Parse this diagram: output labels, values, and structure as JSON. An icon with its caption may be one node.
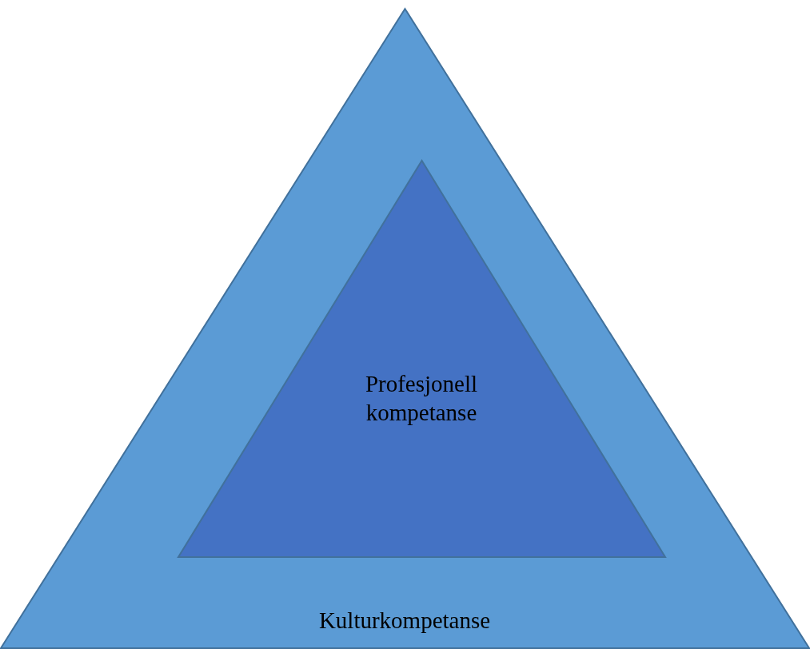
{
  "diagram": {
    "nodes": [
      {
        "text": [
          "Kulturkompetanse"
        ]
      },
      {
        "text": [
          "Profesjonell kompetanse"
        ],
        "in": 0
      }
    ]
  }
}
